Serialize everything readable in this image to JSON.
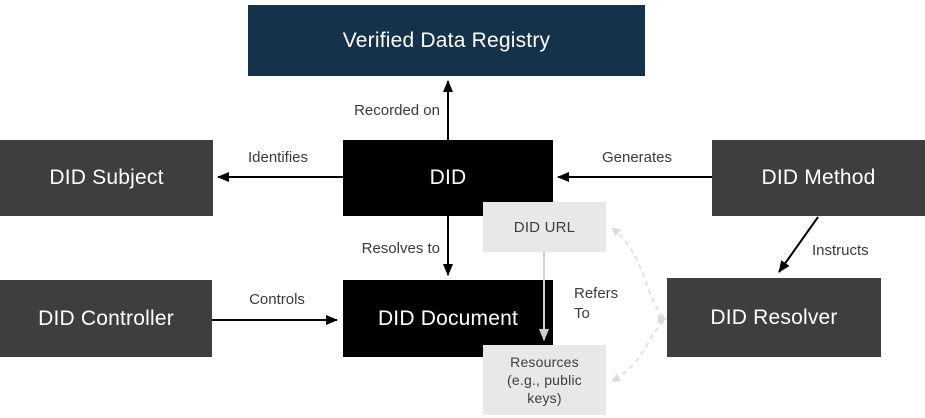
{
  "diagram": {
    "type": "architecture-diagram",
    "background": "#ffffff"
  },
  "nodes": {
    "registry": "Verified Data Registry",
    "subject": "DID Subject",
    "did": "DID",
    "method": "DID Method",
    "url": "DID URL",
    "controller": "DID Controller",
    "document": "DID Document",
    "resolver": "DID Resolver",
    "resources": "Resources (e.g., public keys)"
  },
  "edges": {
    "recorded_on": "Recorded on",
    "identifies": "Identifies",
    "generates": "Generates",
    "resolves_to": "Resolves to",
    "controls": "Controls",
    "instructs": "Instructs",
    "refers_to": "Refers To"
  },
  "relations": [
    {
      "from": "DID",
      "to": "Verified Data Registry",
      "label": "Recorded on",
      "style": "solid-black"
    },
    {
      "from": "DID",
      "to": "DID Subject",
      "label": "Identifies",
      "style": "solid-black"
    },
    {
      "from": "DID Method",
      "to": "DID",
      "label": "Generates",
      "style": "solid-black"
    },
    {
      "from": "DID",
      "to": "DID Document",
      "label": "Resolves to",
      "style": "solid-black"
    },
    {
      "from": "DID Controller",
      "to": "DID Document",
      "label": "Controls",
      "style": "solid-black"
    },
    {
      "from": "DID Method",
      "to": "DID Resolver",
      "label": "Instructs",
      "style": "solid-black"
    },
    {
      "from": "DID URL",
      "to": "Resources (e.g., public keys)",
      "label": "Refers To",
      "style": "solid-light-gray"
    },
    {
      "from": "DID Resolver",
      "to": "DID URL",
      "label": "",
      "style": "dashed-light-gray"
    },
    {
      "from": "DID Resolver",
      "to": "Resources (e.g., public keys)",
      "label": "",
      "style": "dashed-light-gray"
    }
  ],
  "colors": {
    "registry_bg": "#14334b",
    "primary_node_bg": "#010101",
    "secondary_node_bg": "#3e3e3e",
    "annotation_node_bg": "#e8e8e8",
    "node_text": "#ffffff",
    "annotation_text": "#3d3d3d",
    "edge_label_text": "#3a3a3a",
    "arrow": "#000000",
    "light_arrow": "#d0d0d0",
    "dashed_arrow": "#dcdcdc",
    "background": "#ffffff"
  }
}
